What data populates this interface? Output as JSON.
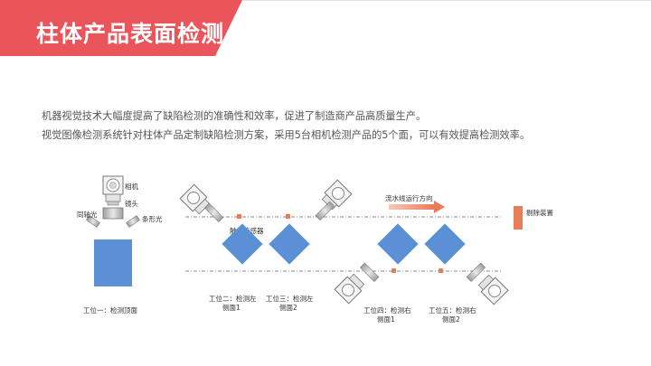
{
  "header": {
    "title": "柱体产品表面检测",
    "accent_color": "#e9555b"
  },
  "description": {
    "line1": "机器视觉技术大幅度提高了缺陷检测的准确性和效率，促进了制造商产品高质量生产。",
    "line2": "视觉图像检测系统针对柱体产品定制缺陷检测方案，采用5台相机检测产品的5个面，可以有效提高检测效率。"
  },
  "diagram": {
    "camera_label": "相机",
    "lens_label": "镜头",
    "coaxial_light_label": "同轴光",
    "bar_light_label": "条形光",
    "sensor_label": "触发传感器",
    "flow_direction_label": "流水线运行方向",
    "reject_device_label": "剔除装置",
    "station1_label": "工位一：检测顶面",
    "station2_label_line1": "工位二：检测左",
    "station2_label_line2": "侧面1",
    "station3_label_line1": "工位三：检测左",
    "station3_label_line2": "侧面2",
    "station4_label_line1": "工位四：检测右",
    "station4_label_line2": "侧面1",
    "station5_label_line1": "工位五：检测右",
    "station5_label_line2": "侧面2",
    "product_color": "#5b8fd6",
    "accent_color": "#e87d5a"
  }
}
